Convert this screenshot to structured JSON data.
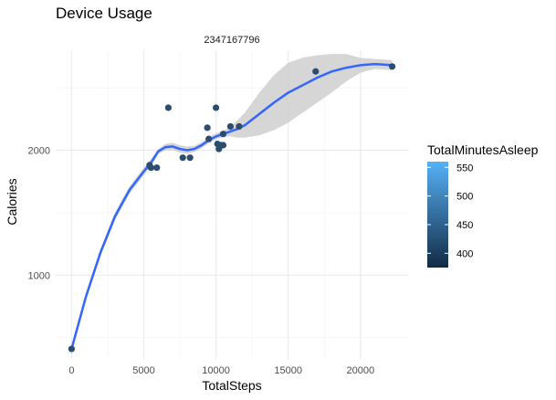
{
  "chart_data": {
    "type": "scatter",
    "title": "Device Usage",
    "facet_label": "2347167796",
    "xlabel": "TotalSteps",
    "ylabel": "Calories",
    "xlim": [
      -1100,
      23300
    ],
    "ylim": [
      330,
      2800
    ],
    "x_ticks": [
      0,
      5000,
      10000,
      15000,
      20000
    ],
    "x_tick_labels": [
      "0",
      "5000",
      "10000",
      "15000",
      "20000"
    ],
    "y_ticks": [
      1000,
      2000
    ],
    "y_tick_labels": [
      "1000",
      "2000"
    ],
    "grid": true,
    "legend": {
      "title": "TotalMinutesAsleep",
      "placement": "right",
      "ticks": [
        400,
        450,
        500,
        550
      ],
      "tick_labels": [
        "400",
        "450",
        "500",
        "550"
      ],
      "range": [
        375,
        560
      ],
      "low_color": "#132b43",
      "high_color": "#56b1f7"
    },
    "point_color": "#2b4e6f",
    "smooth_color": "#3366ff",
    "band_color": "#cfcfcf",
    "points": [
      {
        "x": 0,
        "y": 410
      },
      {
        "x": 5400,
        "y": 1880
      },
      {
        "x": 5500,
        "y": 1860
      },
      {
        "x": 5900,
        "y": 1860
      },
      {
        "x": 6700,
        "y": 2340
      },
      {
        "x": 7700,
        "y": 1940
      },
      {
        "x": 8200,
        "y": 1940
      },
      {
        "x": 9400,
        "y": 2180
      },
      {
        "x": 9500,
        "y": 2090
      },
      {
        "x": 10000,
        "y": 2340
      },
      {
        "x": 10100,
        "y": 2050
      },
      {
        "x": 10200,
        "y": 2010
      },
      {
        "x": 10300,
        "y": 2040
      },
      {
        "x": 10500,
        "y": 2040
      },
      {
        "x": 10500,
        "y": 2130
      },
      {
        "x": 11000,
        "y": 2190
      },
      {
        "x": 11600,
        "y": 2190
      },
      {
        "x": 16900,
        "y": 2630
      },
      {
        "x": 22200,
        "y": 2670
      }
    ],
    "smooth": {
      "x": [
        0,
        1000,
        2000,
        3000,
        4000,
        5000,
        5500,
        6000,
        6500,
        7000,
        7500,
        8000,
        8500,
        9000,
        9500,
        10000,
        10500,
        11000,
        11500,
        12000,
        13000,
        14000,
        15000,
        16000,
        17000,
        18000,
        19000,
        20000,
        21000,
        22200
      ],
      "y": [
        410,
        830,
        1180,
        1470,
        1680,
        1830,
        1900,
        1990,
        2025,
        2030,
        2010,
        2000,
        2010,
        2040,
        2080,
        2110,
        2130,
        2150,
        2170,
        2200,
        2290,
        2380,
        2460,
        2520,
        2580,
        2630,
        2660,
        2680,
        2690,
        2680
      ],
      "lower": [
        380,
        800,
        1150,
        1440,
        1650,
        1800,
        1870,
        1970,
        2000,
        2000,
        1980,
        1970,
        1985,
        2015,
        2055,
        2085,
        2105,
        2110,
        2100,
        2100,
        2120,
        2160,
        2220,
        2300,
        2380,
        2460,
        2550,
        2620,
        2650,
        2640
      ],
      "upper": [
        440,
        860,
        1210,
        1500,
        1710,
        1860,
        1930,
        2010,
        2050,
        2060,
        2040,
        2030,
        2035,
        2065,
        2105,
        2135,
        2155,
        2190,
        2240,
        2300,
        2460,
        2600,
        2700,
        2740,
        2760,
        2770,
        2770,
        2740,
        2730,
        2720
      ]
    }
  }
}
